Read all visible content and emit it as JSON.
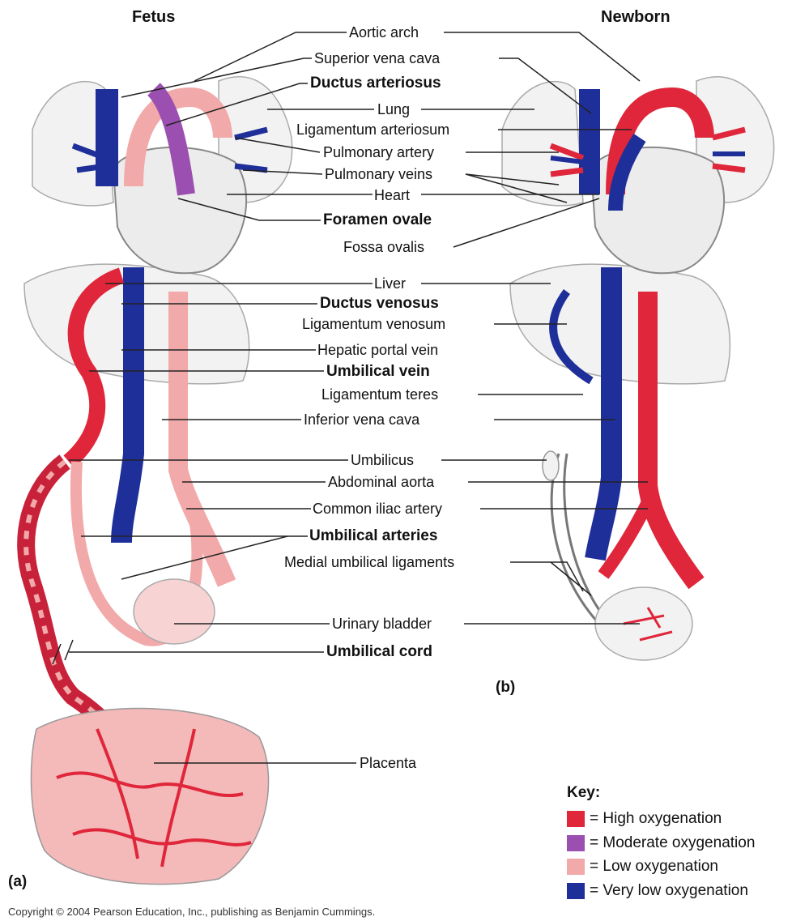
{
  "titles": {
    "fetus": "Fetus",
    "newborn": "Newborn"
  },
  "panels": {
    "a": "(a)",
    "b": "(b)"
  },
  "labels": [
    {
      "text": "Aortic arch",
      "bold": false
    },
    {
      "text": "Superior vena cava",
      "bold": false
    },
    {
      "text": "Ductus arteriosus",
      "bold": true
    },
    {
      "text": "Lung",
      "bold": false
    },
    {
      "text": "Ligamentum arteriosum",
      "bold": false
    },
    {
      "text": "Pulmonary artery",
      "bold": false
    },
    {
      "text": "Pulmonary veins",
      "bold": false
    },
    {
      "text": "Heart",
      "bold": false
    },
    {
      "text": "Foramen ovale",
      "bold": true
    },
    {
      "text": "Fossa ovalis",
      "bold": false
    },
    {
      "text": "Liver",
      "bold": false
    },
    {
      "text": "Ductus venosus",
      "bold": true
    },
    {
      "text": "Ligamentum venosum",
      "bold": false
    },
    {
      "text": "Hepatic portal vein",
      "bold": false
    },
    {
      "text": "Umbilical vein",
      "bold": true
    },
    {
      "text": "Ligamentum teres",
      "bold": false
    },
    {
      "text": "Inferior vena cava",
      "bold": false
    },
    {
      "text": "Umbilicus",
      "bold": false
    },
    {
      "text": "Abdominal aorta",
      "bold": false
    },
    {
      "text": "Common iliac artery",
      "bold": false
    },
    {
      "text": "Umbilical arteries",
      "bold": true
    },
    {
      "text": "Medial umbilical ligaments",
      "bold": false
    },
    {
      "text": "Urinary bladder",
      "bold": false
    },
    {
      "text": "Umbilical cord",
      "bold": true
    },
    {
      "text": "Placenta",
      "bold": false
    }
  ],
  "key": {
    "title": "Key:",
    "items": [
      {
        "label": "= High oxygenation",
        "color": "#e0263a"
      },
      {
        "label": "= Moderate oxygenation",
        "color": "#9b4fb0"
      },
      {
        "label": "= Low oxygenation",
        "color": "#f2a9a9"
      },
      {
        "label": "= Very low oxygenation",
        "color": "#1f2f9a"
      }
    ]
  },
  "copyright": "Copyright © 2004 Pearson Education, Inc., publishing as Benjamin Cummings."
}
